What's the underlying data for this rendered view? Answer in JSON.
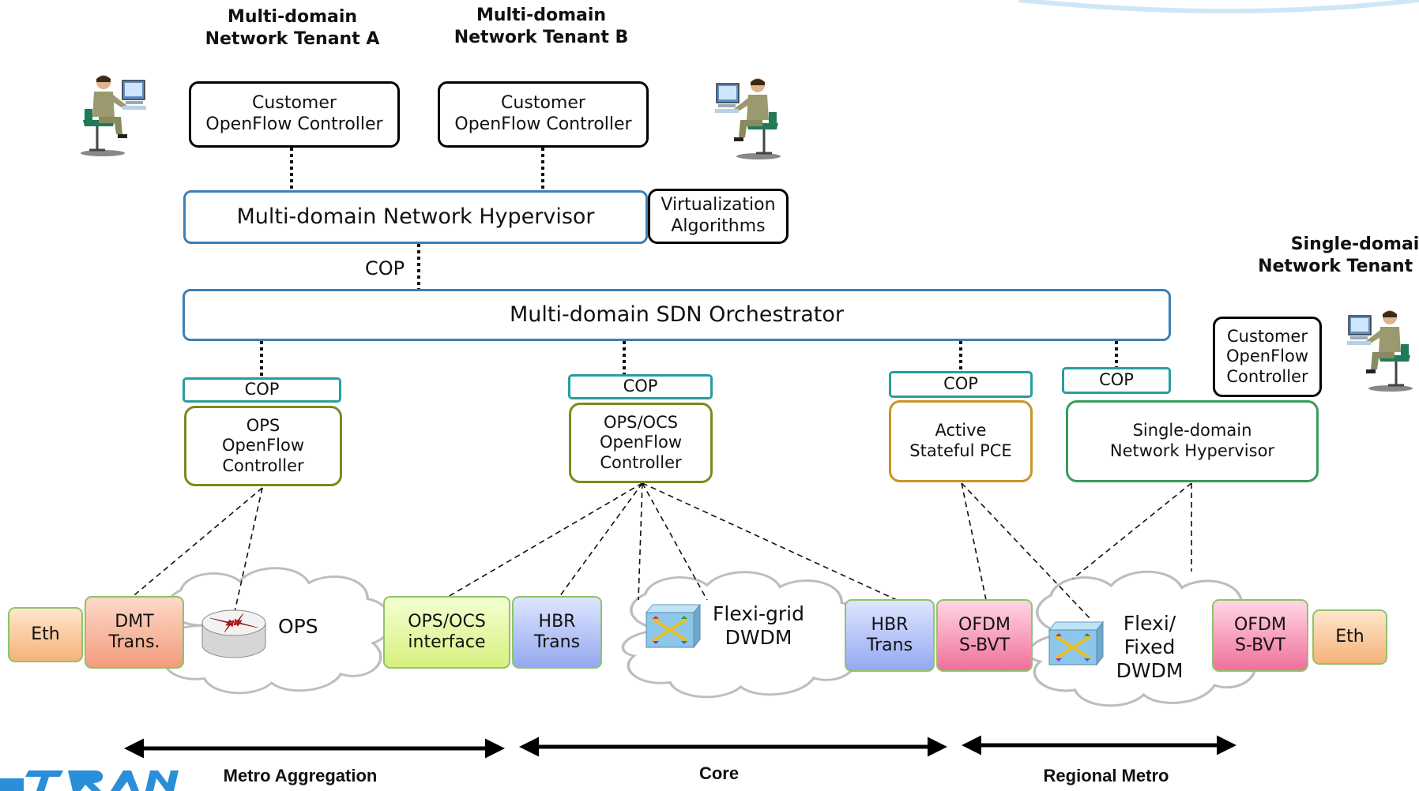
{
  "tenants": {
    "a": "Multi-domain\nNetwork Tenant A",
    "b": "Multi-domain\nNetwork Tenant B",
    "c": "Single-domain\nNetwork Tenant C"
  },
  "controllers": {
    "customer_a": "Customer\nOpenFlow Controller",
    "customer_b": "Customer\nOpenFlow Controller",
    "customer_c": "Customer\nOpenFlow\nController"
  },
  "hypervisor": "Multi-domain Network Hypervisor",
  "virtualization": "Virtualization\nAlgorithms",
  "cop_label": "COP",
  "orchestrator": "Multi-domain SDN Orchestrator",
  "cop_boxes": [
    "COP",
    "COP",
    "COP",
    "COP"
  ],
  "domain_controllers": {
    "ops": "OPS\nOpenFlow\nController",
    "ops_ocs": "OPS/OCS\nOpenFlow\nController",
    "pce": "Active\nStateful PCE",
    "sd_hypervisor": "Single-domain\nNetwork Hypervisor"
  },
  "data_plane": {
    "eth_left": "Eth",
    "dmt": "DMT\nTrans.",
    "ops_cloud": "OPS",
    "ops_ocs_interface": "OPS/OCS\ninterface",
    "hbr_left": "HBR\nTrans",
    "flexigrid": "Flexi-grid\nDWDM",
    "hbr_right": "HBR\nTrans",
    "ofdm_left": "OFDM\nS-BVT",
    "flexi_fixed": "Flexi/\nFixed\nDWDM",
    "ofdm_right": "OFDM\nS-BVT",
    "eth_right": "Eth"
  },
  "regions": {
    "metro_aggregation": "Metro Aggregation",
    "core": "Core",
    "regional_metro": "Regional Metro"
  },
  "icons": [
    "person-at-computer-icon",
    "router-icon",
    "optical-switch-icon",
    "project-logo"
  ]
}
